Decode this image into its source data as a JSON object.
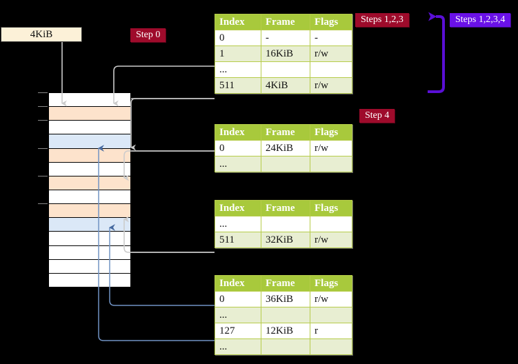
{
  "labels": {
    "memory_size": "4KiB",
    "step0": "Step 0",
    "step4": "Step 4",
    "steps123": "Steps 1,2,3",
    "steps1234": "Steps 1,2,3,4"
  },
  "colors": {
    "badge_red": "#9e0b2b",
    "badge_blue": "#6a11e8",
    "table_header": "#a8c93c",
    "table_alt_row": "#e8eed2",
    "highlight": "#fcf6a0",
    "mem_orange": "#fde3cc",
    "mem_blue": "#dbe8f7",
    "box_cream": "#fcf1d8",
    "arrow_gray": "#cccccc",
    "arrow_blue": "#5b7fb5"
  },
  "tables": [
    {
      "name": "level4-page-table",
      "headers": [
        "Index",
        "Frame",
        "Flags"
      ],
      "rows": [
        {
          "cells": [
            "0",
            "-",
            "-"
          ],
          "alt": false,
          "highlight": false
        },
        {
          "cells": [
            "1",
            "16KiB",
            "r/w"
          ],
          "alt": true,
          "highlight": false
        },
        {
          "cells": [
            "...",
            "",
            ""
          ],
          "alt": false,
          "highlight": false
        },
        {
          "cells": [
            "511",
            "4KiB",
            "r/w"
          ],
          "alt": true,
          "highlight": true
        }
      ]
    },
    {
      "name": "level3-page-table",
      "headers": [
        "Index",
        "Frame",
        "Flags"
      ],
      "rows": [
        {
          "cells": [
            "0",
            "24KiB",
            "r/w"
          ],
          "alt": false,
          "highlight": false
        },
        {
          "cells": [
            "...",
            "",
            ""
          ],
          "alt": true,
          "highlight": false
        }
      ]
    },
    {
      "name": "level2-page-table",
      "headers": [
        "Index",
        "Frame",
        "Flags"
      ],
      "rows": [
        {
          "cells": [
            "...",
            "",
            ""
          ],
          "alt": false,
          "highlight": false
        },
        {
          "cells": [
            "511",
            "32KiB",
            "r/w"
          ],
          "alt": true,
          "highlight": false
        }
      ]
    },
    {
      "name": "level1-page-table",
      "headers": [
        "Index",
        "Frame",
        "Flags"
      ],
      "rows": [
        {
          "cells": [
            "0",
            "36KiB",
            "r/w"
          ],
          "alt": false,
          "highlight": false
        },
        {
          "cells": [
            "...",
            "",
            ""
          ],
          "alt": true,
          "highlight": false
        },
        {
          "cells": [
            "127",
            "12KiB",
            "r"
          ],
          "alt": false,
          "highlight": false
        },
        {
          "cells": [
            "...",
            "",
            ""
          ],
          "alt": true,
          "highlight": false
        }
      ]
    }
  ],
  "memory_column": {
    "row_count": 14,
    "row_fills": [
      "white",
      "orange",
      "white",
      "blue",
      "orange",
      "white",
      "orange",
      "white",
      "orange",
      "blue",
      "white",
      "white",
      "white",
      "white"
    ],
    "tick_rows": [
      0,
      1,
      2,
      4,
      6,
      8
    ]
  }
}
